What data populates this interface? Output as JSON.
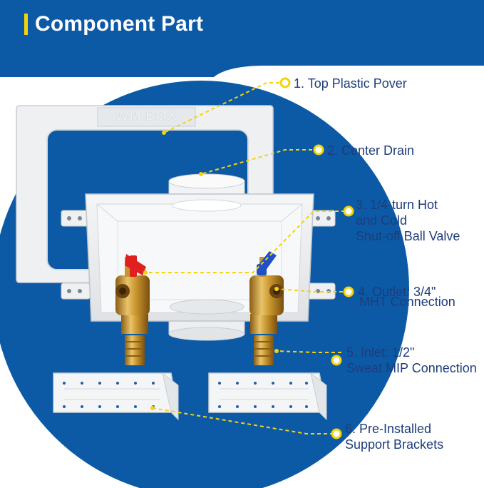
{
  "header": {
    "title": "Component Part"
  },
  "product": {
    "box_marking": "WM BOX"
  },
  "callouts": [
    {
      "lines": [
        "1. Top Plastic Pover"
      ]
    },
    {
      "lines": [
        "2. Center Drain"
      ]
    },
    {
      "lines": [
        "3. 1/4-turn Hot",
        "and Cold",
        "Shut-off Ball Valve"
      ]
    },
    {
      "lines": [
        "4. Outlet: 3/4\"",
        "MHT Connection"
      ]
    },
    {
      "lines": [
        "5. Inlet: 1/2\"",
        "Sweat MIP Connection"
      ]
    },
    {
      "lines": [
        "6. Pre-Installed",
        "Support Brackets"
      ]
    }
  ],
  "colors": {
    "brand_blue": "#0c5aa6",
    "accent_yellow": "#f5d20b",
    "label_text": "#1d3d7a",
    "valve_hot": "#e02020",
    "valve_cold": "#2050c8",
    "brass": "#c8952e"
  }
}
